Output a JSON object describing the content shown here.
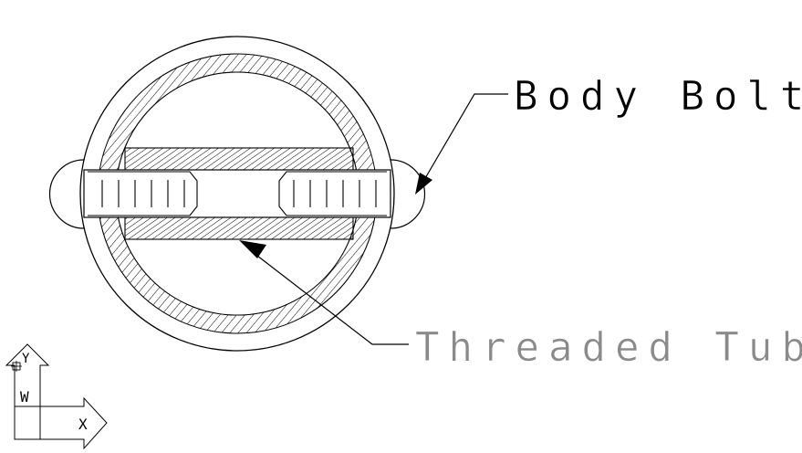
{
  "labels": {
    "body_bolts": "Body Bolts",
    "threaded_tube": "Threaded Tube"
  },
  "ucs": {
    "x_axis": "X",
    "y_axis": "Y",
    "world_marker": "W"
  },
  "colors": {
    "background": "#ffffff",
    "line": "#000000",
    "hatch": "#000000",
    "light_text": "#8a8a8a"
  }
}
